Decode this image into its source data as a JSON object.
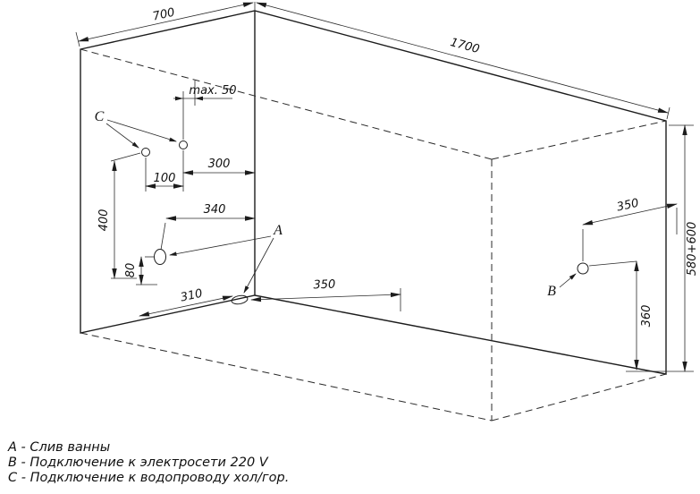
{
  "drawing": {
    "dimensions": {
      "top_width": "700",
      "top_length": "1700",
      "right_height": "580+600",
      "pipe_rim_offset": "max. 50",
      "pipe_spacing": "100",
      "pipe_to_front_edge": "300",
      "pipe_height": "400",
      "drain_to_front_edge": "340",
      "drain_side_height": "80",
      "drain_bottom_width": "310",
      "drain_bottom_length": "350",
      "outlet_to_right_edge": "350",
      "outlet_floor_height": "360"
    },
    "point_labels": {
      "drain": "A",
      "power": "B",
      "water": "C"
    }
  },
  "legend": {
    "items": [
      {
        "text": "A - Слив ванны"
      },
      {
        "text": "B - Подключение к электросети 220 V"
      },
      {
        "text": "C - Подключение к водопроводу хол/гор."
      }
    ]
  }
}
